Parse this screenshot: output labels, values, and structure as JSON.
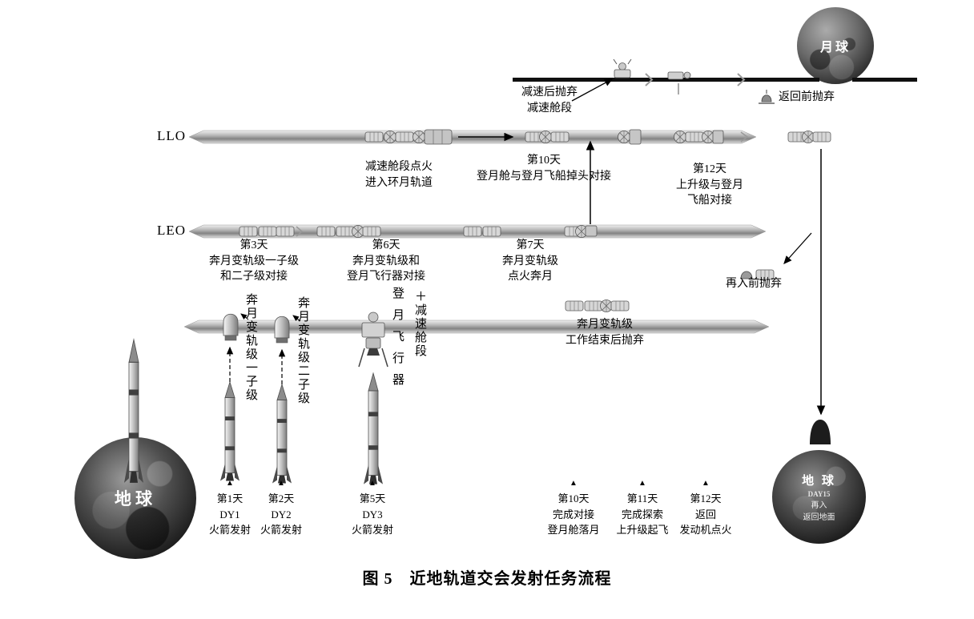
{
  "caption": "图 5　近地轨道交会发射任务流程",
  "timeline_marker": "▲",
  "orbit_labels": {
    "llo": "LLO",
    "leo": "LEO"
  },
  "bodies": {
    "moon": {
      "label": "月球"
    },
    "earth_launch": {
      "label": "地球"
    },
    "earth_return": {
      "label": "地 球",
      "day": "DAY15",
      "line1": "再入",
      "line2": "返回地面"
    }
  },
  "annotations": {
    "jettison_decel_module": "减速后抛弃\n减速舱段",
    "jettison_before_return": "返回前抛弃",
    "decel_ignition": "减速舱段点火\n进入环月轨道",
    "day10_docking": "第10天\n登月舱与登月飞船掉头对接",
    "day12_docking": "第12天\n上升级与登月\n飞船对接",
    "day3_docking": "第3天\n奔月变轨级一子级\n和二子级对接",
    "day6_docking": "第6天\n奔月变轨级和\n登月飞行器对接",
    "day7_ignition": "第7天\n奔月变轨级\n点火奔月",
    "jettison_before_reentry": "再入前抛弃",
    "tli_stage_jettison": "奔月变轨级\n工作结束后抛弃",
    "tli_stage1_vertical": "奔月变轨级一子级",
    "tli_stage2_vertical": "奔月变轨级二子级",
    "lunar_lander_vertical": "登月飞行器",
    "decel_module_vertical": "＋减速舱段"
  },
  "timeline": [
    {
      "day": "第1天",
      "line2": "DY1",
      "line3": "火箭发射"
    },
    {
      "day": "第2天",
      "line2": "DY2",
      "line3": "火箭发射"
    },
    {
      "day": "第5天",
      "line2": "DY3",
      "line3": "火箭发射"
    },
    {
      "day": "第10天",
      "line2": "完成对接",
      "line3": "登月舱落月"
    },
    {
      "day": "第11天",
      "line2": "完成探索",
      "line3": "上升级起飞"
    },
    {
      "day": "第12天",
      "line2": "返回",
      "line3": "发动机点火"
    }
  ]
}
